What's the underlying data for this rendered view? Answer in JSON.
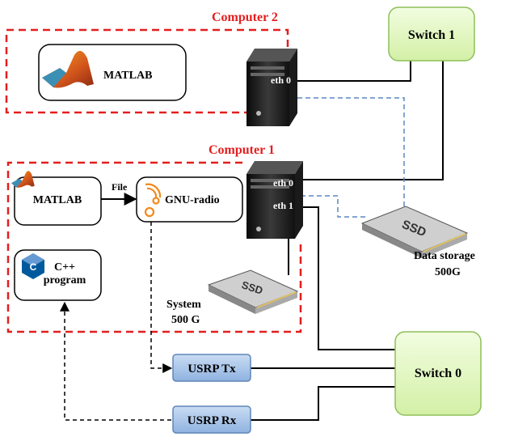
{
  "computer2": {
    "label": "Computer 2",
    "matlab_label": "MATLAB",
    "eth0": "eth 0"
  },
  "computer1": {
    "label": "Computer 1",
    "matlab_label": "MATLAB",
    "gnuradio_label": "GNU-radio",
    "file_label": "File",
    "cpp_line1": "C++",
    "cpp_line2": "program",
    "eth0": "eth 0",
    "eth1": "eth 1"
  },
  "system_disk": {
    "line1": "System",
    "line2": "500 G"
  },
  "data_storage": {
    "line1": "Data storage",
    "line2": "500G"
  },
  "switch1": {
    "label": "Switch",
    "num": "1"
  },
  "switch0": {
    "label": "Switch",
    "num": "0"
  },
  "usrp_tx": {
    "label": "USRP Tx"
  },
  "usrp_rx": {
    "label": "USRP Rx"
  },
  "colors": {
    "computer_border": "#e41e1e",
    "switch_fill": "#e3f7c2",
    "switch_stroke": "#8fbf5a",
    "usrp_fill": "#a9c6ea",
    "usrp_stroke": "#5f86b8",
    "dashed_blue": "#5b86c4",
    "computer_label": "#e41e1e"
  },
  "icons": {
    "matlab": "matlab-icon",
    "gnuradio": "gnuradio-icon",
    "cpp": "cpp-icon",
    "pc": "pc-tower-icon",
    "ssd": "ssd-icon"
  }
}
